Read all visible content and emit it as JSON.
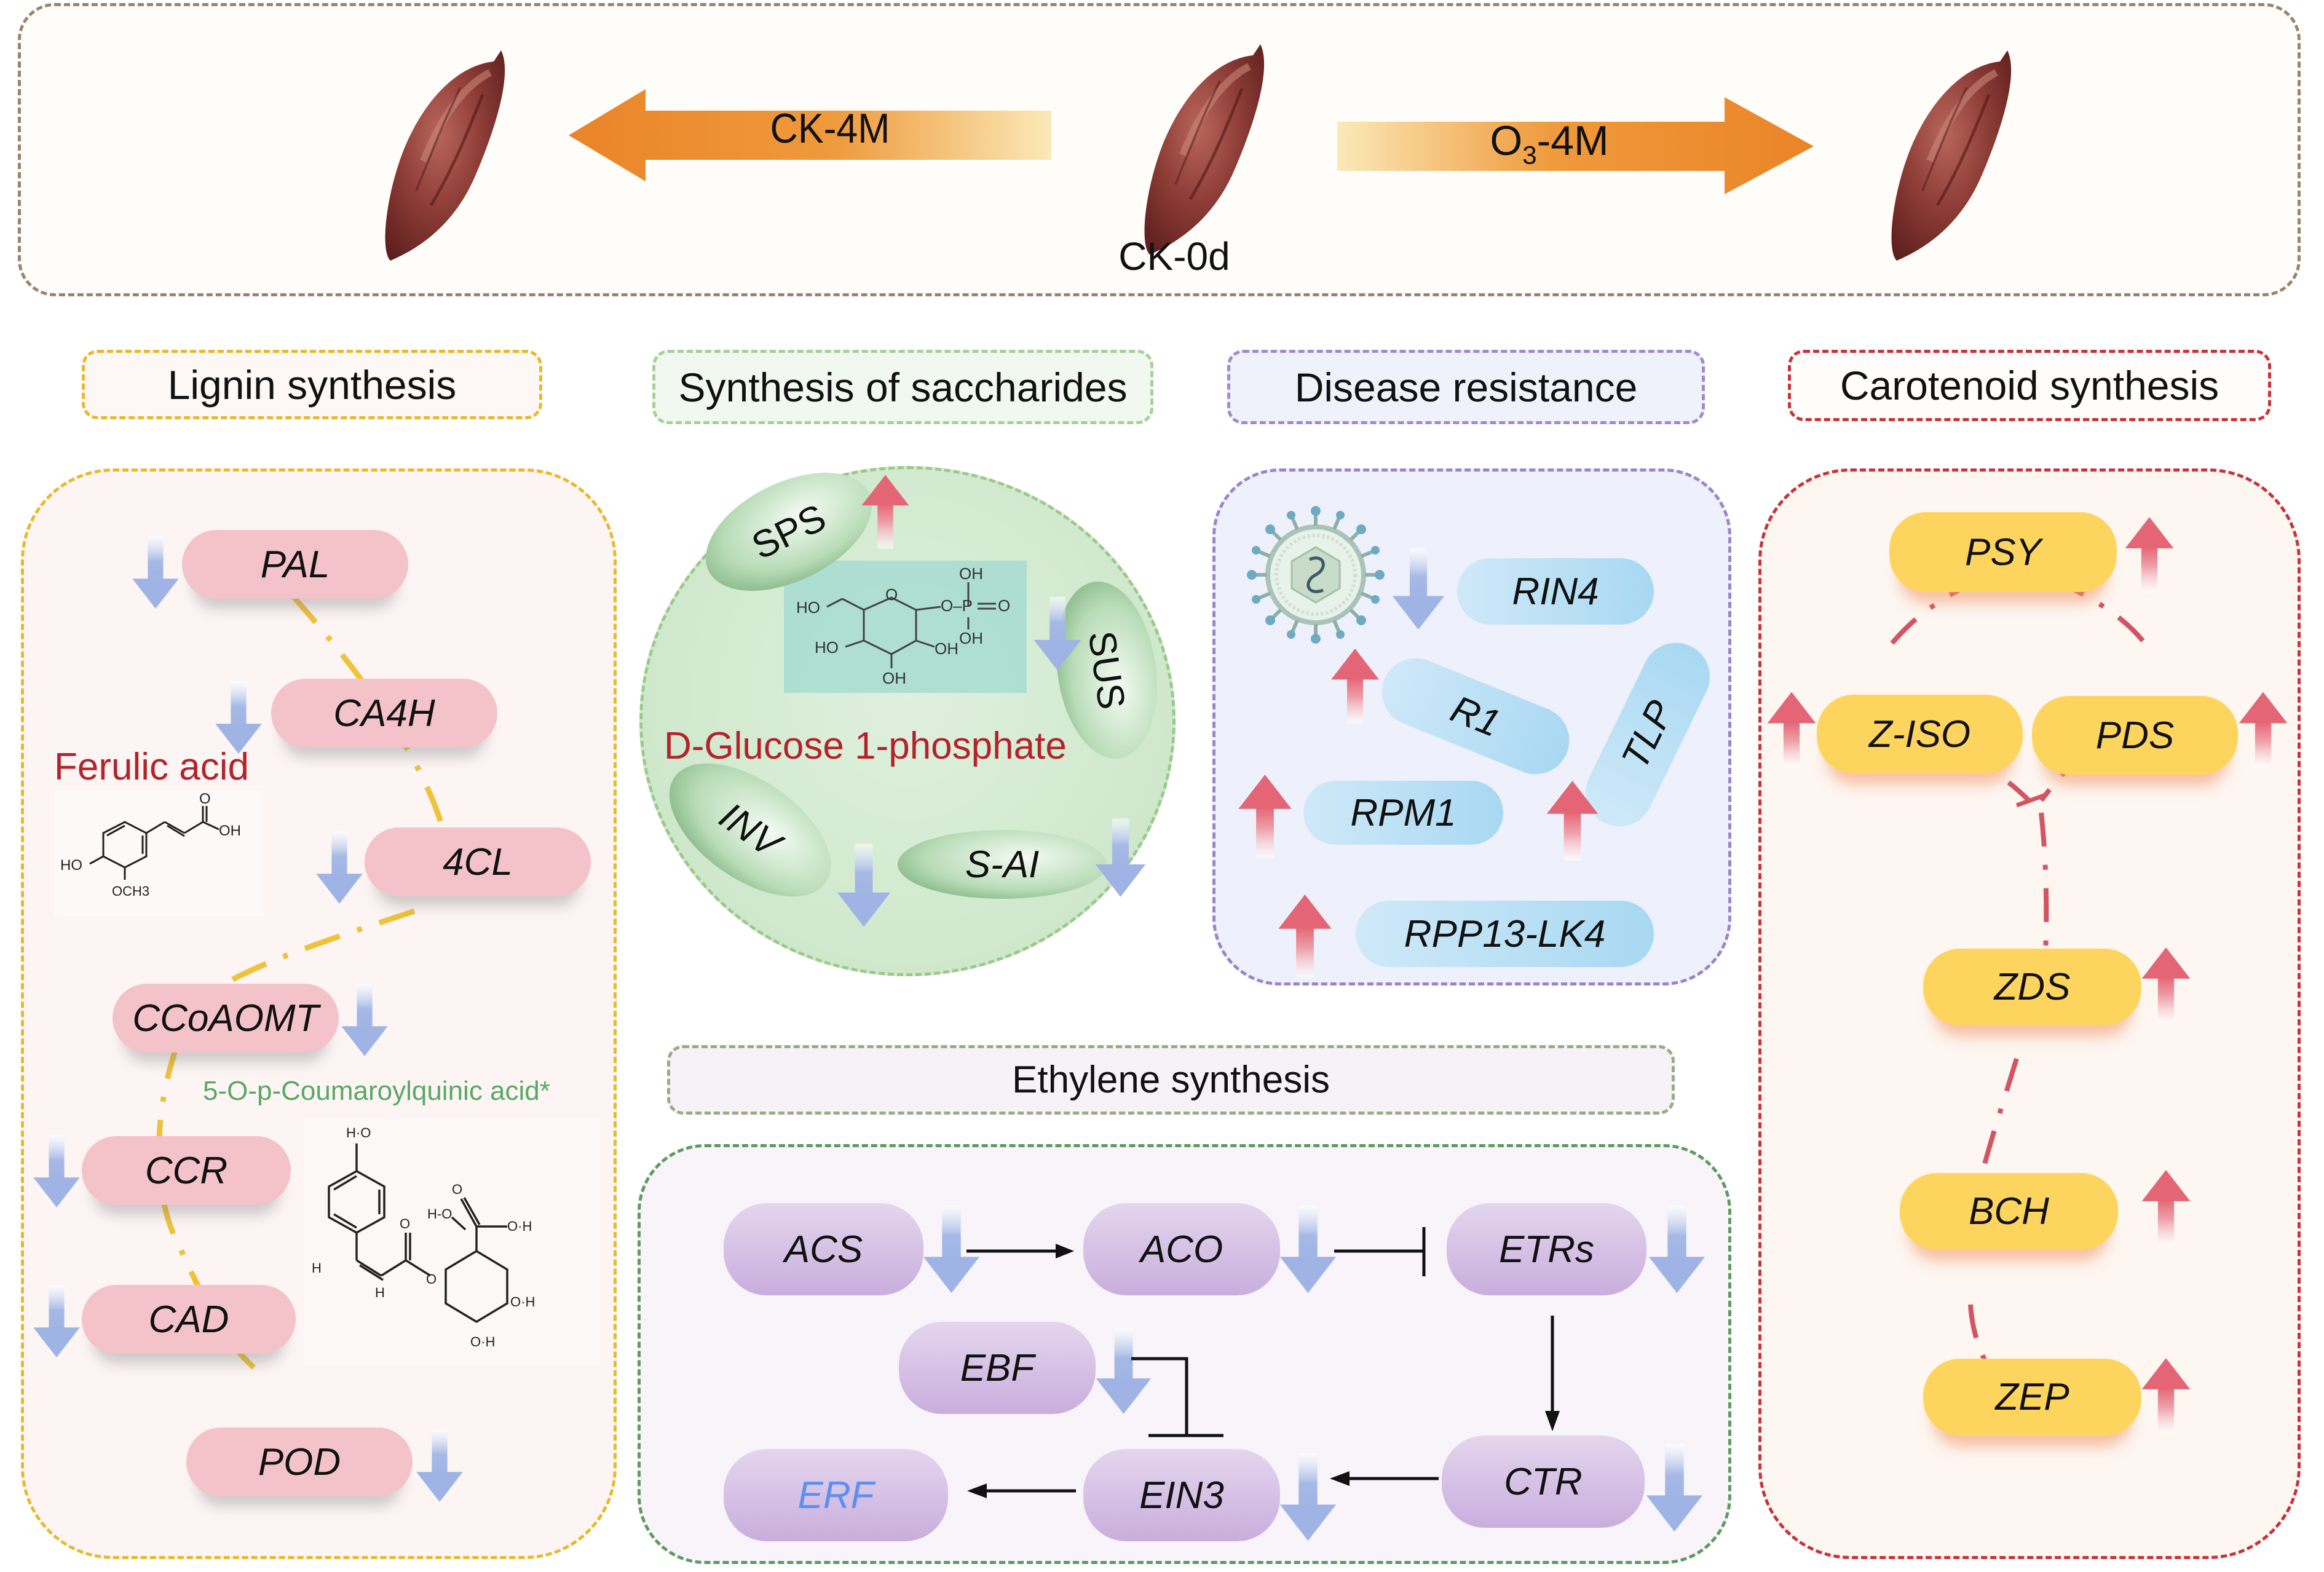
{
  "top": {
    "left_arrow_label": "CK-4M",
    "center_label": "CK-0d",
    "right_arrow_label_main": "O",
    "right_arrow_label_sub": "3",
    "right_arrow_label_rest": "-4M"
  },
  "sections": {
    "lignin": {
      "title": "Lignin synthesis",
      "genes": [
        {
          "name": "PAL",
          "regulation": "down"
        },
        {
          "name": "CA4H",
          "regulation": "down"
        },
        {
          "name": "4CL",
          "regulation": "down"
        },
        {
          "name": "CCoAOMT",
          "regulation": "down"
        },
        {
          "name": "CCR",
          "regulation": "down"
        },
        {
          "name": "CAD",
          "regulation": "down"
        },
        {
          "name": "POD",
          "regulation": "down"
        }
      ],
      "compounds": {
        "ferulic": {
          "name": "Ferulic acid",
          "ho": "HO",
          "och3": "OCH3",
          "oh": "OH",
          "o": "O"
        },
        "coumaroyl": {
          "name": "5-O-p-Coumaroylquinic acid*"
        }
      }
    },
    "saccharides": {
      "title": "Synthesis of saccharides",
      "genes": [
        {
          "name": "SPS",
          "regulation": "up"
        },
        {
          "name": "SUS",
          "regulation": "down"
        },
        {
          "name": "INV",
          "regulation": "down"
        },
        {
          "name": "S-AI",
          "regulation": "down"
        }
      ],
      "compound": {
        "name": "D-Glucose 1-phosphate"
      }
    },
    "disease": {
      "title": "Disease resistance",
      "genes": [
        {
          "name": "RIN4",
          "regulation": "down"
        },
        {
          "name": "R1",
          "regulation": "up"
        },
        {
          "name": "TLP",
          "regulation": "up"
        },
        {
          "name": "RPM1",
          "regulation": "up"
        },
        {
          "name": "RPP13-LK4",
          "regulation": "up"
        }
      ]
    },
    "carotenoid": {
      "title": "Carotenoid synthesis",
      "genes": [
        {
          "name": "PSY",
          "regulation": "up"
        },
        {
          "name": "Z-ISO",
          "regulation": "up"
        },
        {
          "name": "PDS",
          "regulation": "up"
        },
        {
          "name": "ZDS",
          "regulation": "up"
        },
        {
          "name": "BCH",
          "regulation": "up"
        },
        {
          "name": "ZEP",
          "regulation": "up"
        }
      ]
    },
    "ethylene": {
      "title": "Ethylene synthesis",
      "genes": [
        {
          "name": "ACS",
          "regulation": "down"
        },
        {
          "name": "ACO",
          "regulation": "down"
        },
        {
          "name": "ETRs",
          "regulation": "down"
        },
        {
          "name": "EBF",
          "regulation": "down"
        },
        {
          "name": "EIN3",
          "regulation": "down"
        },
        {
          "name": "CTR",
          "regulation": "down"
        },
        {
          "name": "ERF",
          "regulation": "none"
        }
      ]
    }
  },
  "colors": {
    "up_arrow": "#e8707e",
    "down_arrow": "#9fb4e4",
    "lignin_border": "#e8b92a",
    "saccharide_border": "#9cc98a",
    "disease_border": "#9b84c8",
    "carotenoid_border": "#c9323a",
    "ethylene_border": "#5e9a62",
    "compound_red": "#b3232a",
    "compound_green": "#5aa864",
    "erf_blue": "#5b8ff0",
    "orange_arrow": "#ea8427"
  }
}
